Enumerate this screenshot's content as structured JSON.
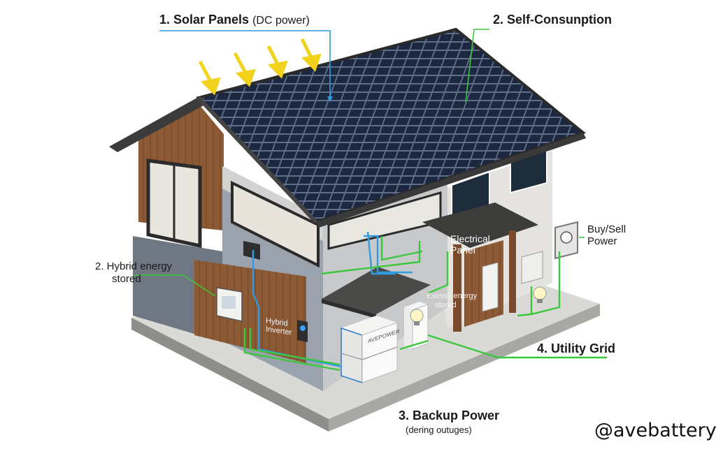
{
  "labels": {
    "solar_panels": {
      "title": "1. Solar Panels",
      "note": "(DC power)"
    },
    "self_consumption": "2. Self-Consunption",
    "hybrid_energy": {
      "line1": "2. Hybrid energy",
      "line2": "stored"
    },
    "buy_sell": {
      "line1": "Buy/Sell",
      "line2": "Power"
    },
    "electrical_panel": {
      "line1": "Electrical",
      "line2": "Panel"
    },
    "excess_energy": {
      "line1": "Exesss energy",
      "line2": "stored"
    },
    "hybrid_inverter": {
      "line1": "Hybrid",
      "line2": "Inverter"
    },
    "battery_brand": "AVEPOWER",
    "utility_grid": "4. Utility Grid",
    "backup_power": {
      "title": "3. Backup Power",
      "note": "(dering outuges)"
    }
  },
  "watermark": "@avebattery",
  "colors": {
    "leader_blue": "#2f9be0",
    "leader_green": "#3cc83c",
    "sun_arrow": "#f2d21a",
    "roof_panel": "#1b2740",
    "wall_grey": "#c9ccd1",
    "wood": "#8a5535"
  }
}
